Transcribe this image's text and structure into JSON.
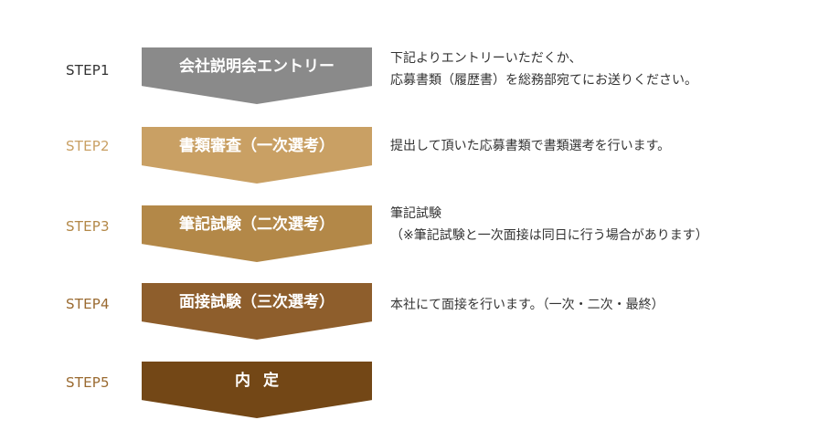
{
  "colors": {
    "step1": "#8a8a8a",
    "step2": "#c9a064",
    "step3": "#b38848",
    "step4": "#8e5e2c",
    "step5": "#734716",
    "label_gray": "#333333",
    "label_gold": "#c9a064",
    "label_brown": "#9a6a30"
  },
  "steps": [
    {
      "label": "STEP1",
      "title": "会社説明会エントリー",
      "desc": [
        "下記よりエントリーいただくか、",
        "応募書類（履歴書）を総務部宛てにお送りください。"
      ]
    },
    {
      "label": "STEP2",
      "title": "書類審査（一次選考）",
      "desc": [
        "提出して頂いた応募書類で書類選考を行います。"
      ]
    },
    {
      "label": "STEP3",
      "title": "筆記試験（二次選考）",
      "desc": [
        "筆記試験",
        "（※筆記試験と一次面接は同日に行う場合があります）"
      ]
    },
    {
      "label": "STEP4",
      "title": "面接試験（三次選考）",
      "desc": [
        "本社にて面接を行います。（一次・二次・最終）"
      ]
    },
    {
      "label": "STEP5",
      "title": "内定",
      "desc": []
    }
  ]
}
